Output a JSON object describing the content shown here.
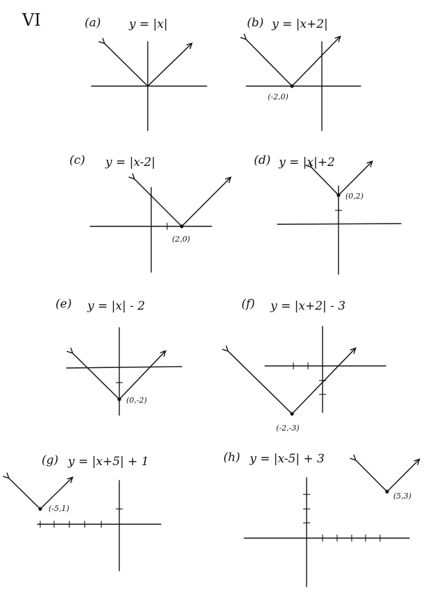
{
  "section": {
    "numeral": "VI"
  },
  "panels": [
    {
      "id": "a",
      "letter": "(a)",
      "equation": "y = |x|",
      "vertex_label": "",
      "h": 0,
      "k": 0
    },
    {
      "id": "b",
      "letter": "(b)",
      "equation": "y = |x+2|",
      "vertex_label": "(-2,0)",
      "h": -2,
      "k": 0
    },
    {
      "id": "c",
      "letter": "(c)",
      "equation": "y = |x-2|",
      "vertex_label": "(2,0)",
      "h": 2,
      "k": 0
    },
    {
      "id": "d",
      "letter": "(d)",
      "equation": "y = |x|+2",
      "vertex_label": "(0,2)",
      "h": 0,
      "k": 2
    },
    {
      "id": "e",
      "letter": "(e)",
      "equation": "y = |x| - 2",
      "vertex_label": "(0,-2)",
      "h": 0,
      "k": -2
    },
    {
      "id": "f",
      "letter": "(f)",
      "equation": "y = |x+2| - 3",
      "vertex_label": "(-2,-3)",
      "h": -2,
      "k": -3
    },
    {
      "id": "g",
      "letter": "(g)",
      "equation": "y = |x+5| + 1",
      "vertex_label": "(-5,1)",
      "h": -5,
      "k": 1
    },
    {
      "id": "h",
      "letter": "(h)",
      "equation": "y = |x-5| + 3",
      "vertex_label": "(5,3)",
      "h": 5,
      "k": 3
    }
  ]
}
